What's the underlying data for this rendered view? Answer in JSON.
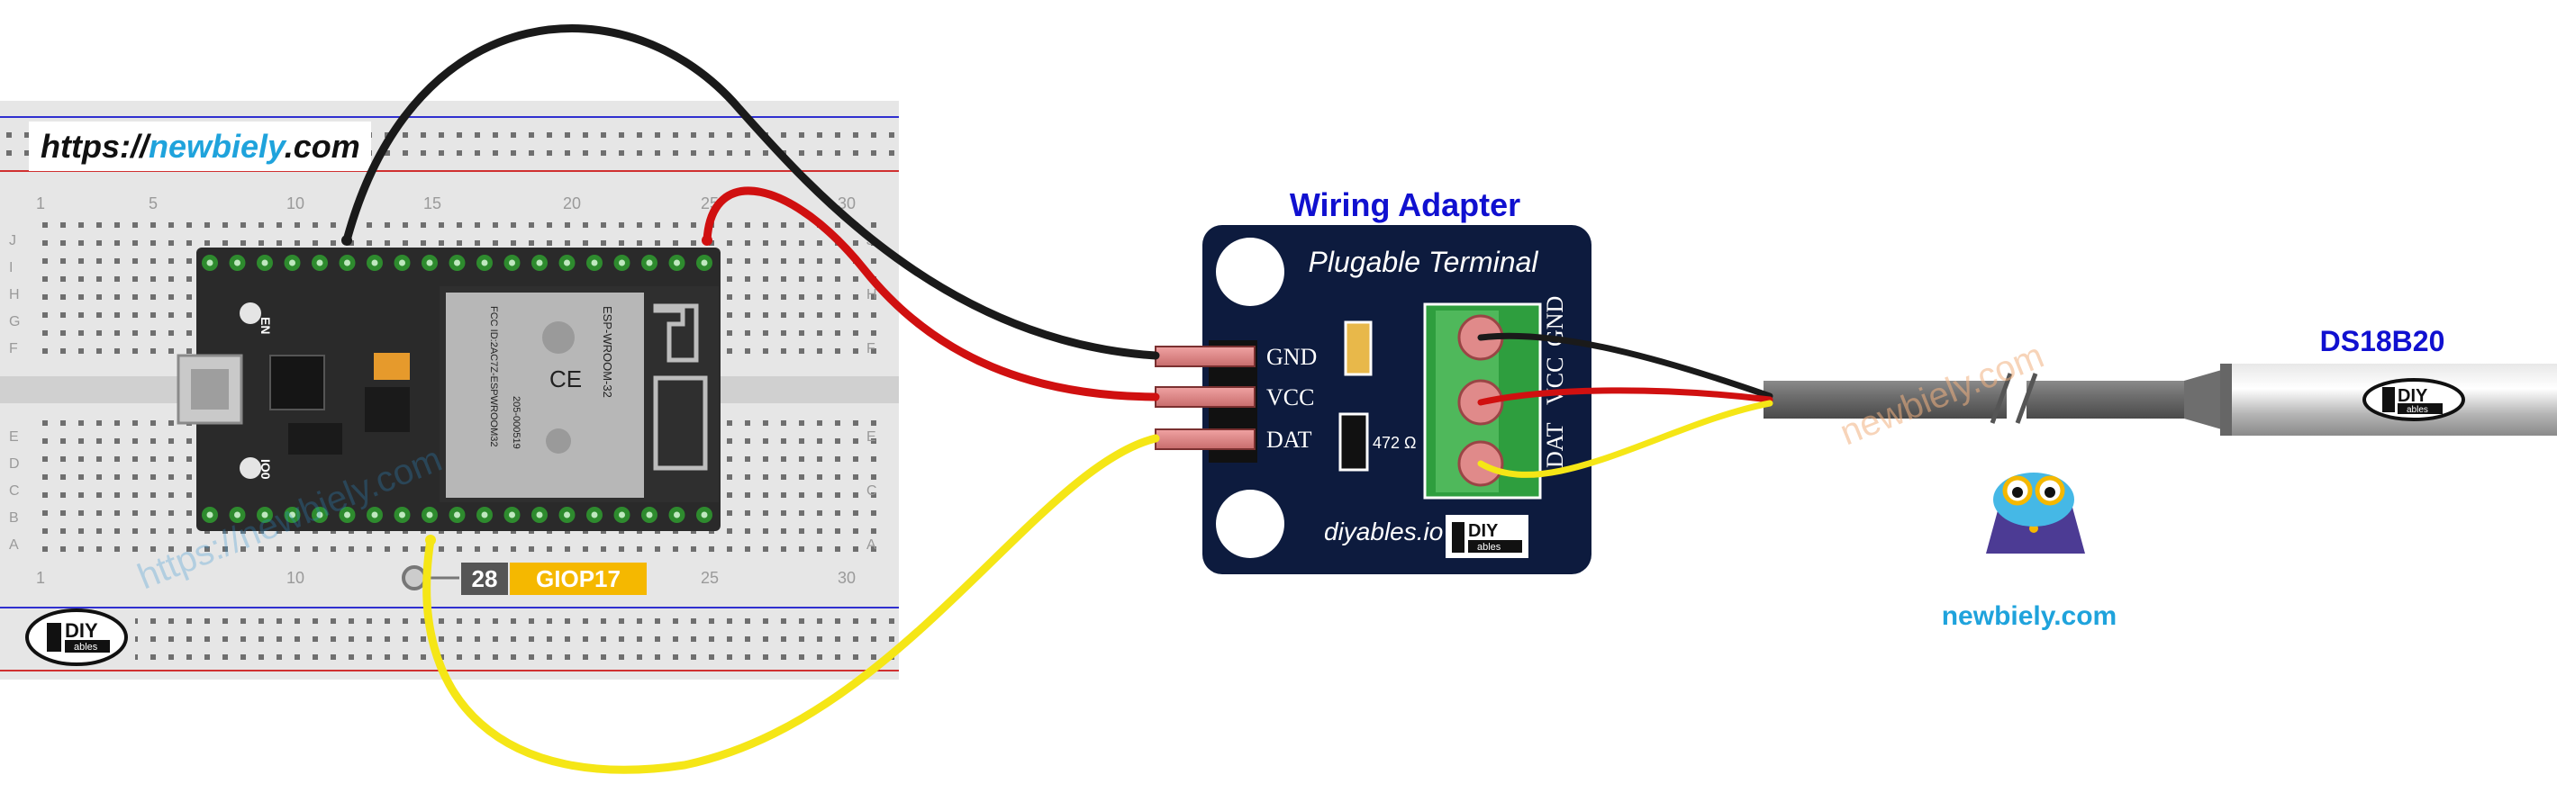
{
  "watermark": {
    "url_prefix": "https://",
    "url_brand": "newbiely",
    "url_suffix": ".com",
    "diagonal_text": "https://newbiely.com",
    "diagonal_text_2": "newbiely.com",
    "owl_caption": "newbiely.com"
  },
  "breadboard": {
    "column_numbers": [
      "1",
      "5",
      "10",
      "15",
      "20",
      "25",
      "30"
    ],
    "row_letters_top": [
      "J",
      "I",
      "H",
      "G",
      "F"
    ],
    "row_letters_bottom": [
      "E",
      "D",
      "C",
      "B",
      "A"
    ],
    "logo_text": "DIY",
    "logo_subtext": "ables"
  },
  "esp32": {
    "module_label_1": "ESP-WROOM-32",
    "module_label_2": "FCC ID:2AC7Z-ESPWROOM32",
    "module_label_3": "205-000519",
    "module_ce": "CE",
    "button_en": "EN",
    "button_io0": "IO0",
    "pin_number": "28",
    "pin_name": "GIOP17"
  },
  "adapter": {
    "title": "Wiring Adapter",
    "subtitle": "Plugable Terminal",
    "pins": [
      "GND",
      "VCC",
      "DAT"
    ],
    "terminal_labels": [
      "DAT",
      "VCC",
      "GND"
    ],
    "resistor_label": "472 Ω",
    "brand": "diyables.io",
    "logo_text": "DIY",
    "logo_subtext": "ables"
  },
  "sensor": {
    "title": "DS18B20",
    "logo_text": "DIY",
    "logo_subtext": "ables"
  },
  "colors": {
    "adapter_board": "#0d1b3e",
    "title_blue": "#1010d0",
    "wire_black": "#1a1a1a",
    "wire_red": "#d01010",
    "wire_yellow": "#f5e616",
    "pin_label_bg": "#f5b800",
    "brand_blue": "#1fa3dc"
  }
}
